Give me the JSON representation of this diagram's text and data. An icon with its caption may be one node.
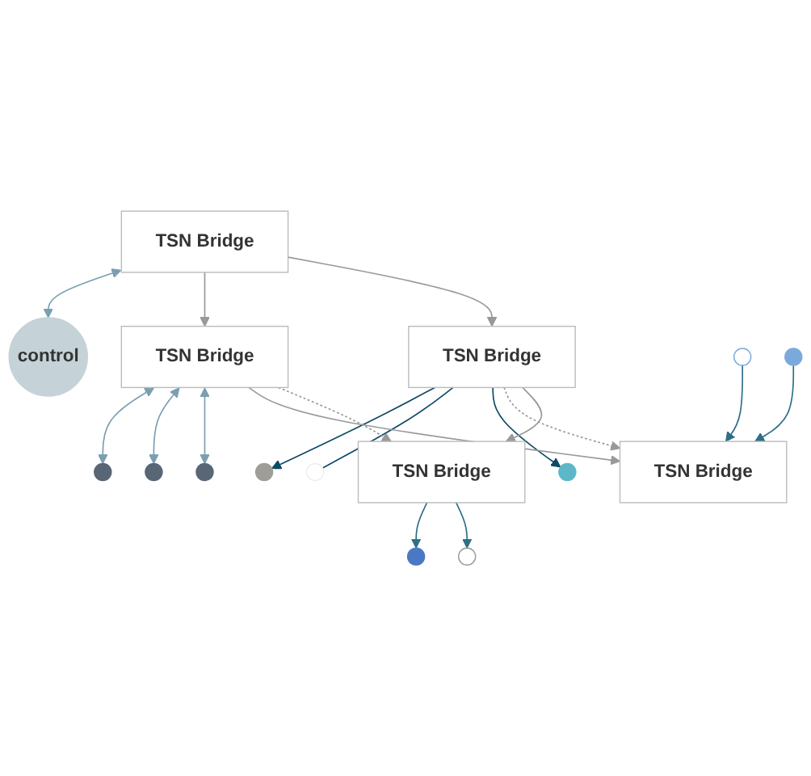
{
  "diagram": {
    "nodes": [
      {
        "text": [
          "TSN Bridge"
        ]
      },
      {
        "text": [
          "control"
        ]
      },
      {
        "text": [
          "TSN Bridge"
        ]
      },
      {
        "text": [
          "TSN Bridge"
        ]
      },
      {
        "text": [],
        "shape": "circle"
      },
      {
        "text": [],
        "shape": "circle"
      },
      {
        "text": [],
        "shape": "circle"
      },
      {
        "text": [],
        "shape": "circle"
      },
      {
        "text": [],
        "shape": "circle"
      },
      {
        "text": [],
        "shape": "circle"
      },
      {
        "text": [
          "TSN Bridge"
        ]
      },
      {
        "text": [
          "TSN Bridge"
        ]
      },
      {
        "text": [],
        "shape": "circle"
      },
      {
        "text": [],
        "shape": "circle"
      },
      {
        "text": [],
        "shape": "circle"
      },
      {
        "text": [],
        "shape": "circle"
      }
    ],
    "edges": [
      {
        "from": 0,
        "to": 1,
        "arrow": "both",
        "color": "#7a9fb0"
      },
      {
        "from": 0,
        "to": 2,
        "arrow": "to"
      },
      {
        "from": 0,
        "to": 3,
        "arrow": "to"
      },
      {
        "from": 2,
        "to": 4,
        "arrow": "both",
        "color": "#7a9fb0"
      },
      {
        "from": 2,
        "to": 5,
        "arrow": "both",
        "color": "#7a9fb0"
      },
      {
        "from": 2,
        "to": 6,
        "arrow": "both",
        "color": "#7a9fb0"
      },
      {
        "from": 3,
        "to": 7,
        "arrow": "to",
        "color": "#0d4a66"
      },
      {
        "from": 3,
        "to": 8,
        "arrow": "none",
        "color": "#0d4a66"
      },
      {
        "from": 3,
        "to": 9,
        "arrow": "to",
        "color": "#0d4a66"
      },
      {
        "from": 2,
        "to": 10,
        "arrow": "to"
      },
      {
        "from": 2,
        "to": 11,
        "arrow": "to",
        "style": "dashed"
      },
      {
        "from": 3,
        "to": 10,
        "arrow": "to",
        "style": "dashed"
      },
      {
        "from": 3,
        "to": 11,
        "arrow": "to"
      },
      {
        "from": 12,
        "to": 10,
        "arrow": "to",
        "color": "#2f6f86"
      },
      {
        "from": 13,
        "to": 10,
        "arrow": "to",
        "color": "#2f6f86"
      },
      {
        "from": 11,
        "to": 14,
        "arrow": "to",
        "color": "#2f6f86"
      },
      {
        "from": 11,
        "to": 15,
        "arrow": "to",
        "color": "#2f6f86"
      }
    ]
  }
}
